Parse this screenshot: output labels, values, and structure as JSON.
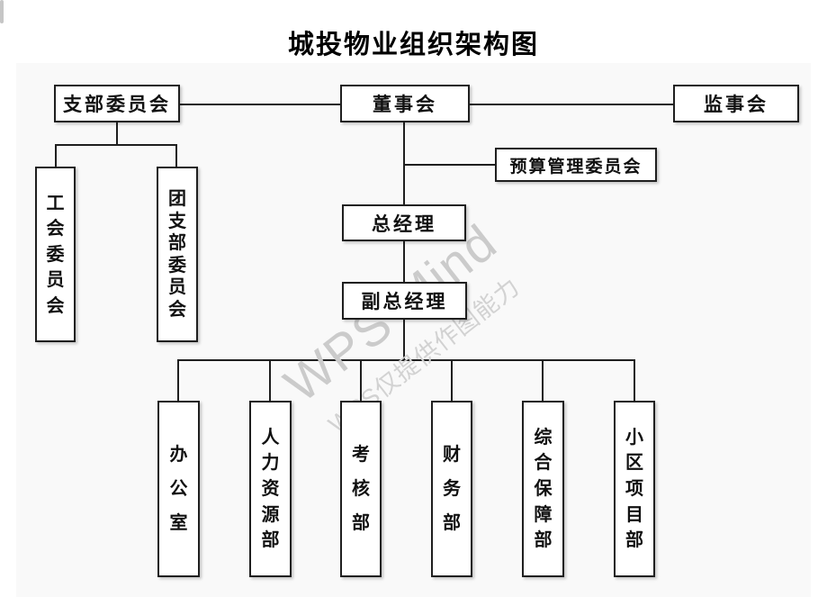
{
  "page": {
    "title": "城投物业组织架构图"
  },
  "watermark": {
    "line1": "WPS Mind",
    "line2": "WPS仅提供作图能力"
  },
  "nodes": {
    "branch_committee": {
      "label": "支部委员会"
    },
    "board_of_directors": {
      "label": "董事会"
    },
    "supervisory_board": {
      "label": "监事会"
    },
    "budget_committee": {
      "label": "预算管理委员会"
    },
    "general_manager": {
      "label": "总经理"
    },
    "deputy_general_manager": {
      "label": "副总经理"
    },
    "union_committee": {
      "label": "工会委员会"
    },
    "youth_league_committee": {
      "label": "团支部委员会"
    },
    "office": {
      "label": "办公室"
    },
    "hr_department": {
      "label": "人力资源部"
    },
    "assessment_department": {
      "label": "考核部"
    },
    "finance_department": {
      "label": "财务部"
    },
    "support_department": {
      "label": "综合保障部"
    },
    "community_project_department": {
      "label": "小区项目部"
    }
  },
  "diagram": {
    "type": "org-chart",
    "edges": [
      [
        "支部委员会",
        "董事会"
      ],
      [
        "董事会",
        "监事会"
      ],
      [
        "支部委员会",
        "工会委员会"
      ],
      [
        "支部委员会",
        "团支部委员会"
      ],
      [
        "董事会",
        "预算管理委员会"
      ],
      [
        "董事会",
        "总经理"
      ],
      [
        "总经理",
        "副总经理"
      ],
      [
        "副总经理",
        "办公室"
      ],
      [
        "副总经理",
        "人力资源部"
      ],
      [
        "副总经理",
        "考核部"
      ],
      [
        "副总经理",
        "财务部"
      ],
      [
        "副总经理",
        "综合保障部"
      ],
      [
        "副总经理",
        "小区项目部"
      ]
    ]
  },
  "colors": {
    "canvas_background": "#f9f9f9",
    "box_border": "#1f1f1f",
    "line": "#1f1f1f",
    "watermark": "#cbcbcb"
  }
}
